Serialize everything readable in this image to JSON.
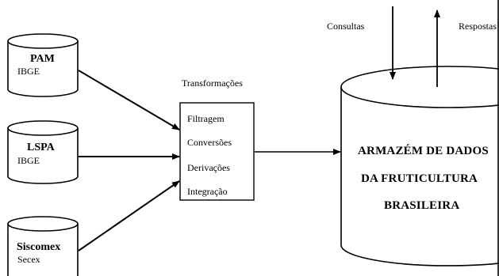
{
  "sources": [
    {
      "name": "PAM",
      "org": "IBGE"
    },
    {
      "name": "LSPA",
      "org": "IBGE"
    },
    {
      "name": "Siscomex",
      "org": "Secex"
    }
  ],
  "transformations": {
    "title": "Transformações",
    "steps": [
      "Filtragem",
      "Conversões",
      "Derivações",
      "Integração"
    ]
  },
  "warehouse": {
    "lines": [
      "ARMAZÉM DE DADOS",
      "DA FRUTICULTURA",
      "BRASILEIRA"
    ]
  },
  "queries_label": "Consultas",
  "answers_label": "Respostas"
}
